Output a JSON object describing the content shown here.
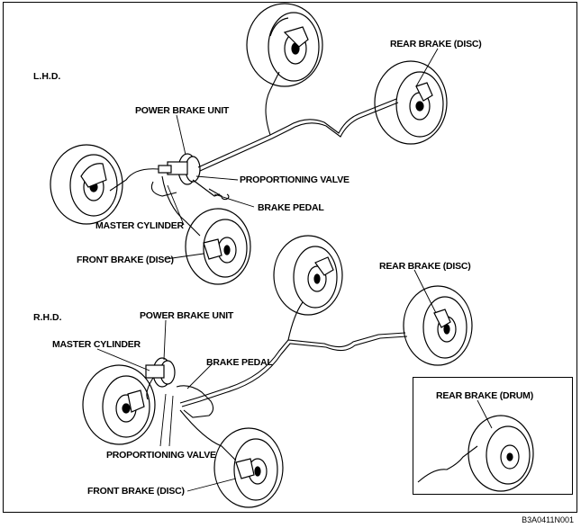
{
  "lhd": {
    "section_label": "L.H.D.",
    "labels": {
      "power_brake_unit": "POWER BRAKE UNIT",
      "proportioning_valve": "PROPORTIONING VALVE",
      "brake_pedal": "BRAKE PEDAL",
      "master_cylinder": "MASTER CYLINDER",
      "front_brake": "FRONT BRAKE (DISC)",
      "rear_brake": "REAR BRAKE (DISC)"
    }
  },
  "rhd": {
    "section_label": "R.H.D.",
    "labels": {
      "power_brake_unit": "POWER BRAKE UNIT",
      "master_cylinder": "MASTER CYLINDER",
      "brake_pedal": "BRAKE PEDAL",
      "proportioning_valve": "PROPORTIONING VALVE",
      "front_brake": "FRONT BRAKE (DISC)",
      "rear_brake": "REAR BRAKE (DISC)"
    }
  },
  "inset": {
    "label": "REAR BRAKE (DRUM)"
  },
  "figure_code": "B3A0411N001"
}
